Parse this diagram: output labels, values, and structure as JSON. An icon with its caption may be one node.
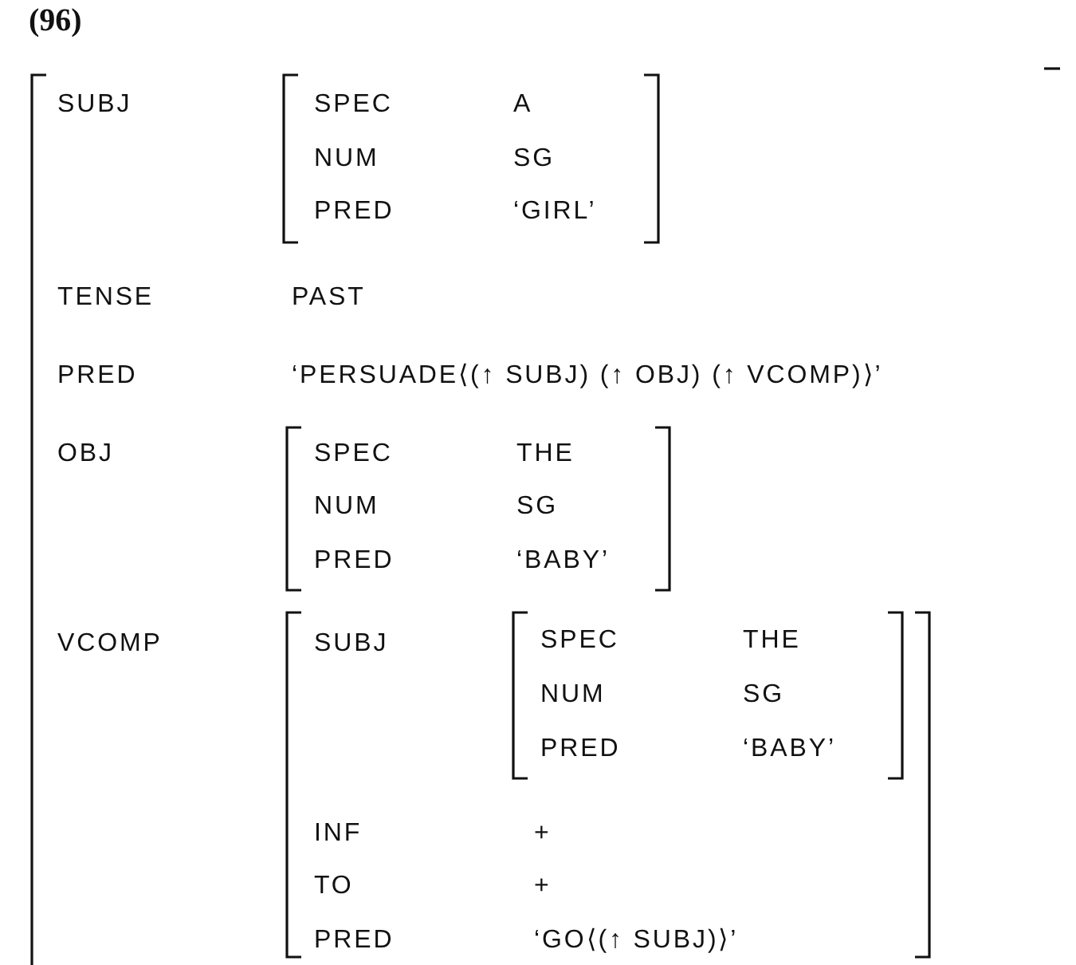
{
  "diagram": {
    "title": "(96)",
    "nodes": [
      {
        "text": [
          "SUBJ",
          "TENSE",
          "PAST",
          "PRED",
          "‘PERSUADE⟨(↑ SUBJ) (↑ OBJ) (↑ VCOMP)⟩’",
          "OBJ",
          "VCOMP"
        ]
      },
      {
        "text": [
          "SPEC",
          "A",
          "NUM",
          "SG",
          "PRED",
          "‘GIRL’"
        ],
        "in": 0
      },
      {
        "text": [
          "SPEC",
          "THE",
          "NUM",
          "SG",
          "PRED",
          "‘BABY’"
        ],
        "in": 0
      },
      {
        "text": [
          "SUBJ",
          "INF",
          "+",
          "TO",
          "+",
          "PRED",
          "‘GO⟨(↑ SUBJ)⟩’"
        ],
        "in": 0
      },
      {
        "text": [
          "SPEC",
          "THE",
          "NUM",
          "SG",
          "PRED",
          "‘BABY’"
        ],
        "in": 3
      }
    ]
  }
}
